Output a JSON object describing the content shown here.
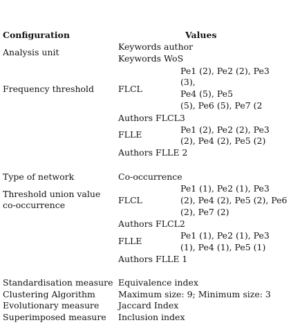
{
  "header": {
    "configuration": "Configuration",
    "values": "Values"
  },
  "analysis_unit": {
    "label": "Analysis unit",
    "values": [
      "Keywords author",
      "Keywords WoS"
    ]
  },
  "frequency_threshold": {
    "label": "Frequency threshold",
    "flcl_label": "FLCL",
    "flcl_periods": [
      "Pe1 (2), Pe2 (2), Pe3",
      "(3),",
      "Pe4 (5), Pe5",
      "(5), Pe6 (5), Pe7 (2"
    ],
    "authors_flcl": "Authors FLCL3",
    "flle_label": "FLLE",
    "flle_periods": [
      "Pe1 (2), Pe2 (2), Pe3",
      "(2), Pe4 (2), Pe5 (2)"
    ],
    "authors_flle": "Authors FLLE 2"
  },
  "type_of_network": {
    "label": "Type of network",
    "value": "Co-occurrence"
  },
  "threshold_union": {
    "label_lines": [
      "Threshold union value",
      "co-occurrence"
    ],
    "flcl_label": "FLCL",
    "flcl_periods": [
      "Pe1 (1), Pe2 (1), Pe3",
      "(2), Pe4 (2), Pe5 (2), Pe6",
      "(2), Pe7 (2)"
    ],
    "authors_flcl": "Authors FLCL2",
    "flle_label": "FLLE",
    "flle_periods": [
      "Pe1 (1), Pe2 (1), Pe3",
      "(1), Pe4 (1), Pe5 (1)"
    ],
    "authors_flle": "Authors FLLE 1"
  },
  "measures": [
    {
      "label": "Standardisation measure",
      "value": "Equivalence index"
    },
    {
      "label": "Clustering Algorithm",
      "value": "Maximum size: 9; Minimum size: 3"
    },
    {
      "label": "Evolutionary measure",
      "value": "Jaccard Index"
    },
    {
      "label": "Superimposed measure",
      "value": "Inclusion index"
    }
  ]
}
